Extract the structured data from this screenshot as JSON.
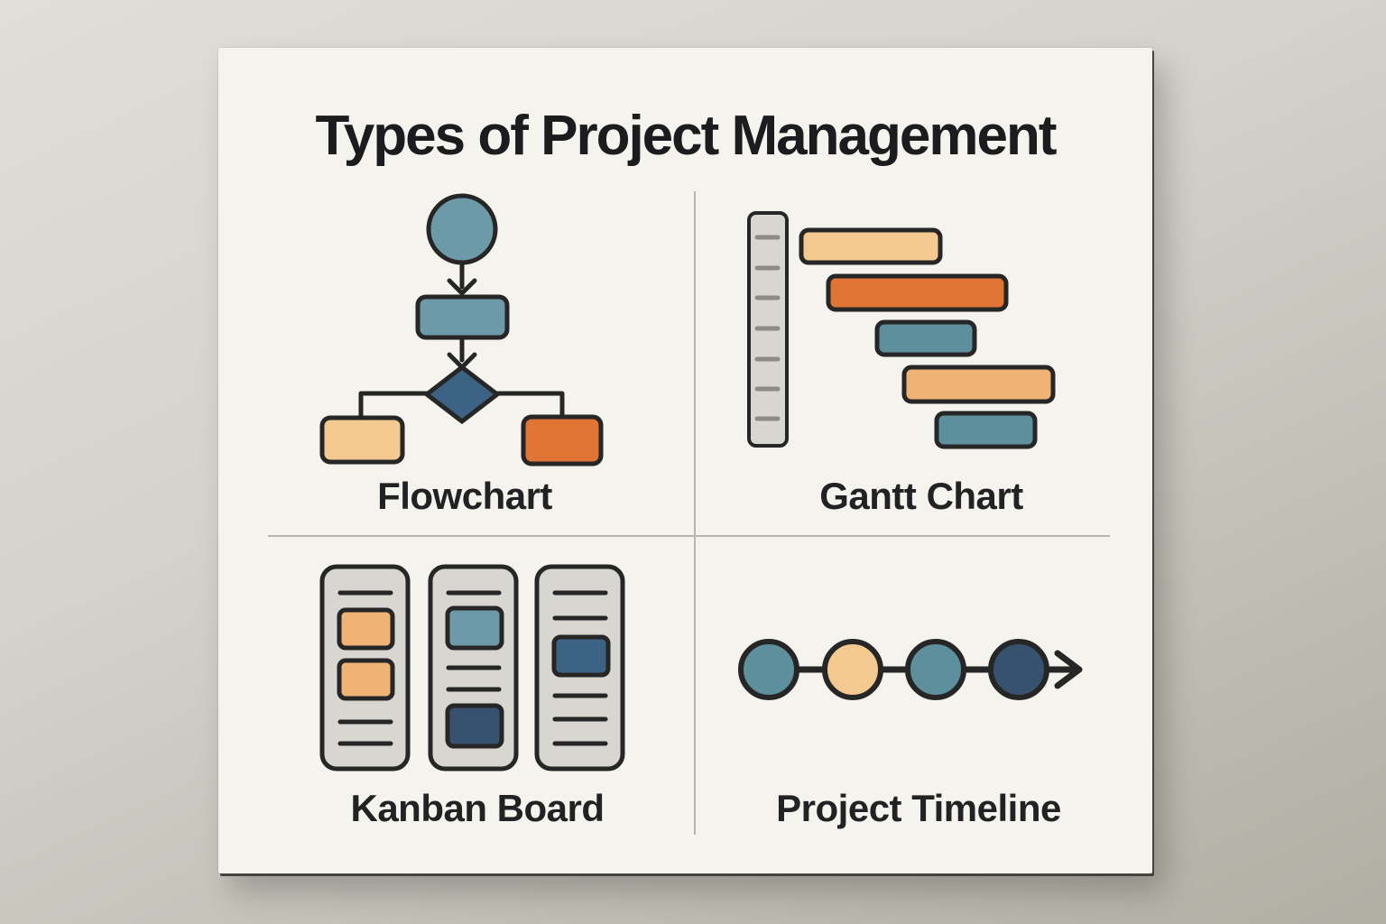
{
  "title": "Types of Project Management",
  "quadrants": [
    {
      "label": "Flowchart",
      "icon": "flowchart-icon"
    },
    {
      "label": "Gantt Chart",
      "icon": "gantt-chart-icon"
    },
    {
      "label": "Kanban Board",
      "icon": "kanban-board-icon"
    },
    {
      "label": "Project Timeline",
      "icon": "project-timeline-icon"
    }
  ],
  "colors": {
    "teal": "#6d9aa8",
    "teal_dark": "#5d8f9d",
    "navy": "#3d6384",
    "navy_dark": "#37526f",
    "tan": "#f3c98f",
    "tan_deep": "#efb475",
    "orange": "#df7435",
    "panel_gray": "#d8d6d1",
    "tick_gray": "#8d8b86",
    "outline": "#262626",
    "divider": "#b7b5af",
    "card_bg": "#f4f3ee",
    "text": "#1c1c1e"
  }
}
